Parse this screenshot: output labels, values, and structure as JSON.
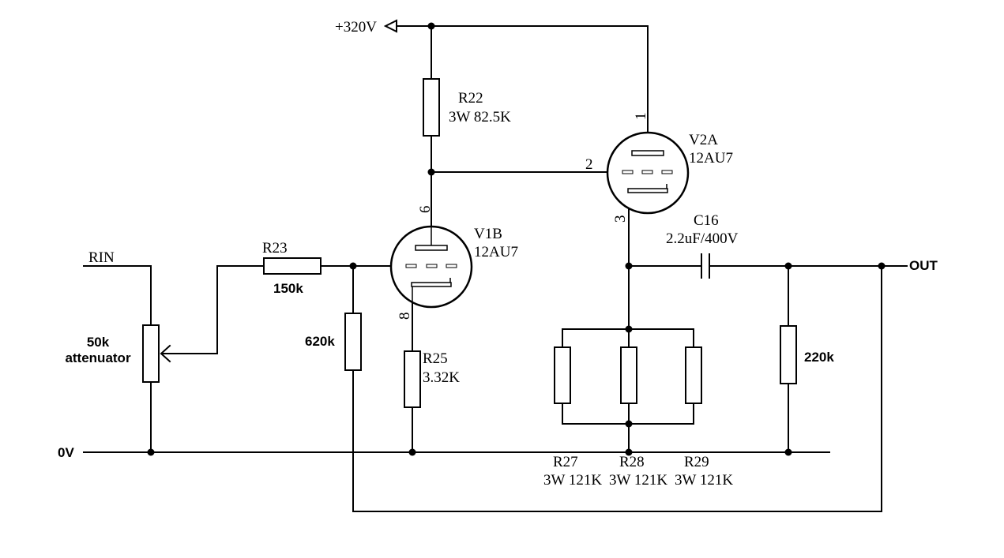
{
  "labels": {
    "supply": "+320V",
    "input": "RIN",
    "output": "OUT",
    "ground": "0V",
    "pot_value": "50k",
    "pot_type": "attenuator"
  },
  "resistors": {
    "r22": {
      "ref": "R22",
      "value": "3W 82.5K"
    },
    "r23": {
      "ref": "R23",
      "value": "150k"
    },
    "r_grid": {
      "value": "620k"
    },
    "r25": {
      "ref": "R25",
      "value": "3.32K"
    },
    "r27": {
      "ref": "R27",
      "value": "3W 121K"
    },
    "r28": {
      "ref": "R28",
      "value": "3W 121K"
    },
    "r29": {
      "ref": "R29",
      "value": "3W 121K"
    },
    "r_out": {
      "value": "220k"
    }
  },
  "capacitor": {
    "ref": "C16",
    "value": "2.2uF/400V"
  },
  "tubes": {
    "v1b": {
      "ref": "V1B",
      "type": "12AU7",
      "pin_plate": "6",
      "pin_cathode": "8"
    },
    "v2a": {
      "ref": "V2A",
      "type": "12AU7",
      "pin_plate": "1",
      "pin_grid": "2",
      "pin_cathode": "3"
    }
  }
}
